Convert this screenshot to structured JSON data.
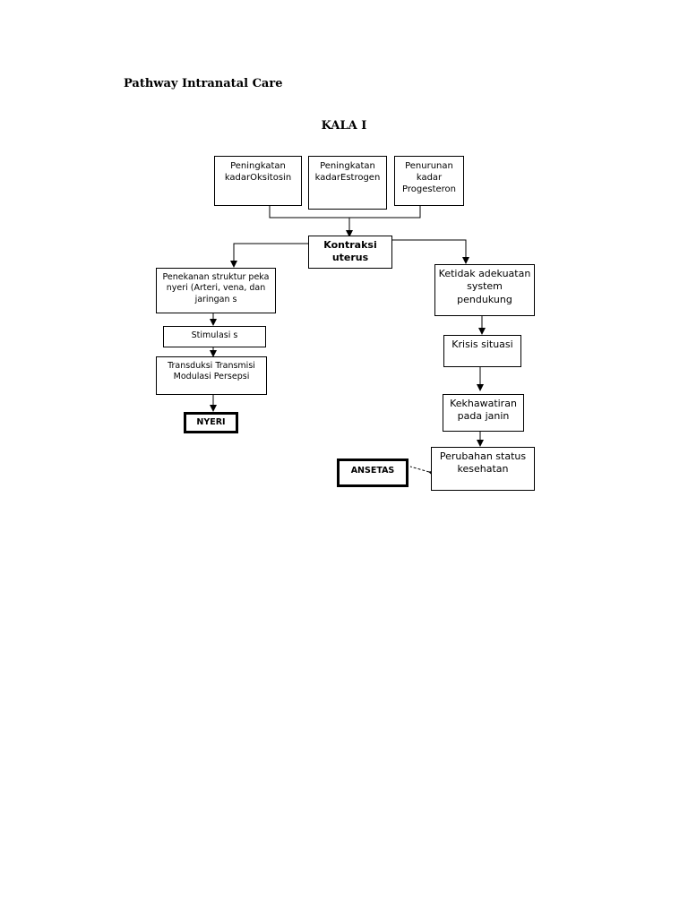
{
  "header": {
    "title": "Pathway Intranatal Care",
    "subtitle": "KALA I"
  },
  "nodes": {
    "oksitosin": "Peningkatan kadarOksitosin",
    "estrogen": "Peningkatan kadarEstrogen",
    "progesteron": "Penurunan kadar Progesteron",
    "kontraksi": "Kontraksi uterus",
    "penekanan": "Penekanan struktur peka nyeri (Arteri, vena, dan jaringan s",
    "stimulasi": "Stimulasi s",
    "transduksi": "Transduksi Transmisi Modulasi Persepsi",
    "nyeri": "NYERI",
    "ketidak": "Ketidak adekuatan system pendukung",
    "krisis": "Krisis situasi",
    "kekhawatiran": "Kekhawatiran pada janin",
    "perubahan": "Perubahan status kesehatan",
    "ansietas": "ANSETAS"
  }
}
